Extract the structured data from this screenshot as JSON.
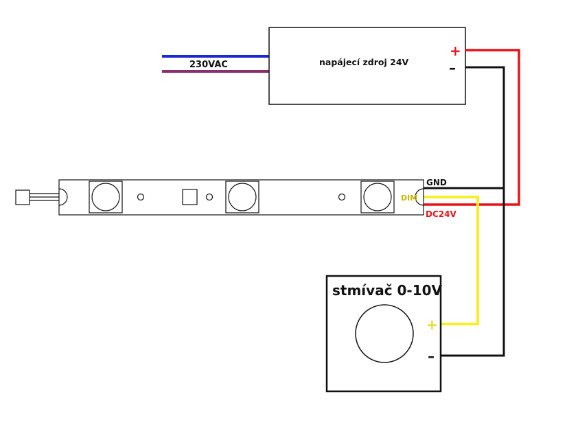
{
  "power_supply": {
    "title": "napájecí zdroj 24V",
    "plus": "+",
    "minus": "–"
  },
  "mains": {
    "label": "230VAC"
  },
  "strip": {
    "gnd": "GND",
    "dim": "DIM",
    "dc": "DC24V"
  },
  "dimmer": {
    "title": "stmívač 0-10V",
    "plus": "+",
    "minus": "–"
  },
  "colors": {
    "positive_wire": "#e8121a",
    "negative_wire": "#111111",
    "dim_wire": "#f7ef2a",
    "mains_blue": "#1a27d6",
    "mains_purple": "#8a2f6e",
    "dim_text": "#c8b800"
  }
}
